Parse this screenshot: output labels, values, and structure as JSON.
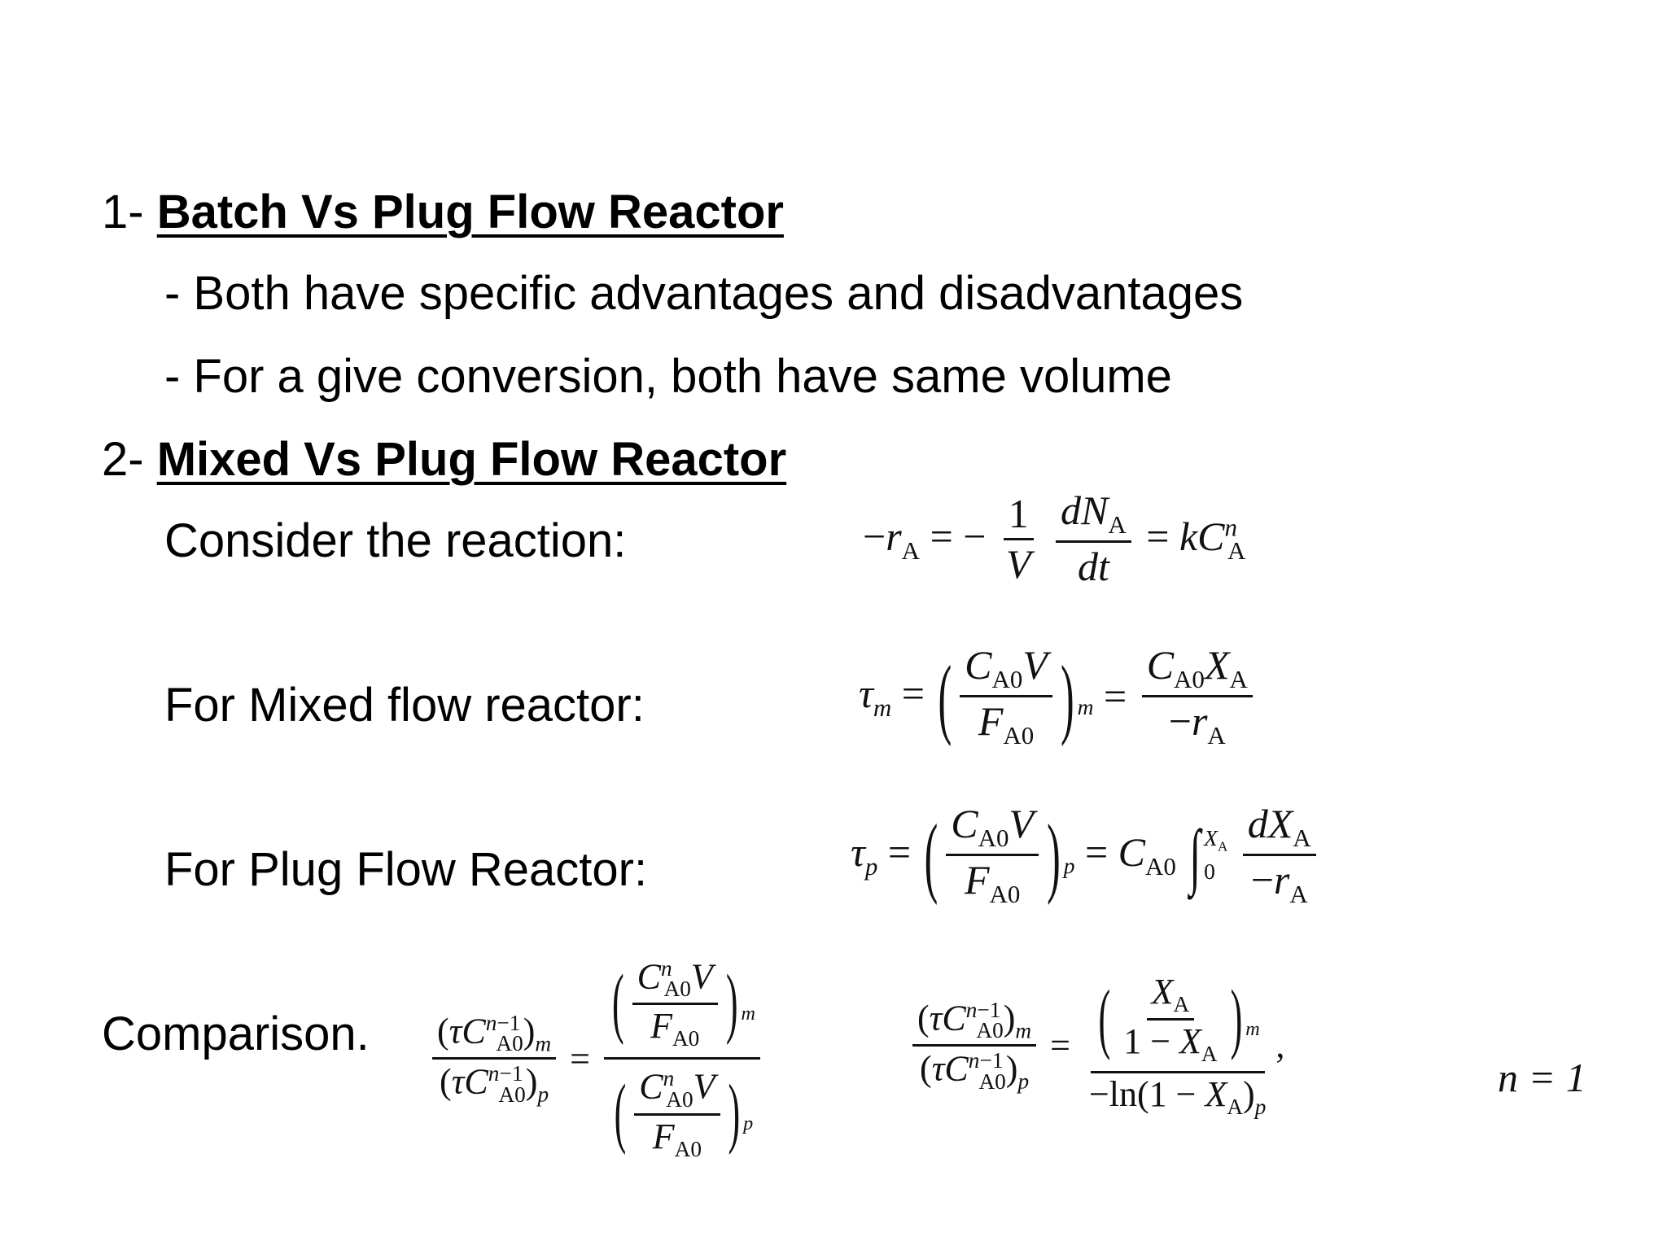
{
  "section1": {
    "number": "1- ",
    "title": "Batch Vs Plug Flow Reactor",
    "bullets": [
      "- Both have specific advantages and disadvantages",
      "- For a give conversion, both have same volume"
    ]
  },
  "section2": {
    "number": "2- ",
    "title": "Mixed Vs Plug Flow Reactor",
    "reaction_label": "Consider the reaction:",
    "mixed_label": "For Mixed flow reactor:",
    "plug_label": "For Plug Flow Reactor:",
    "comparison_label": "Comparison.",
    "n_condition": "n = 1"
  }
}
